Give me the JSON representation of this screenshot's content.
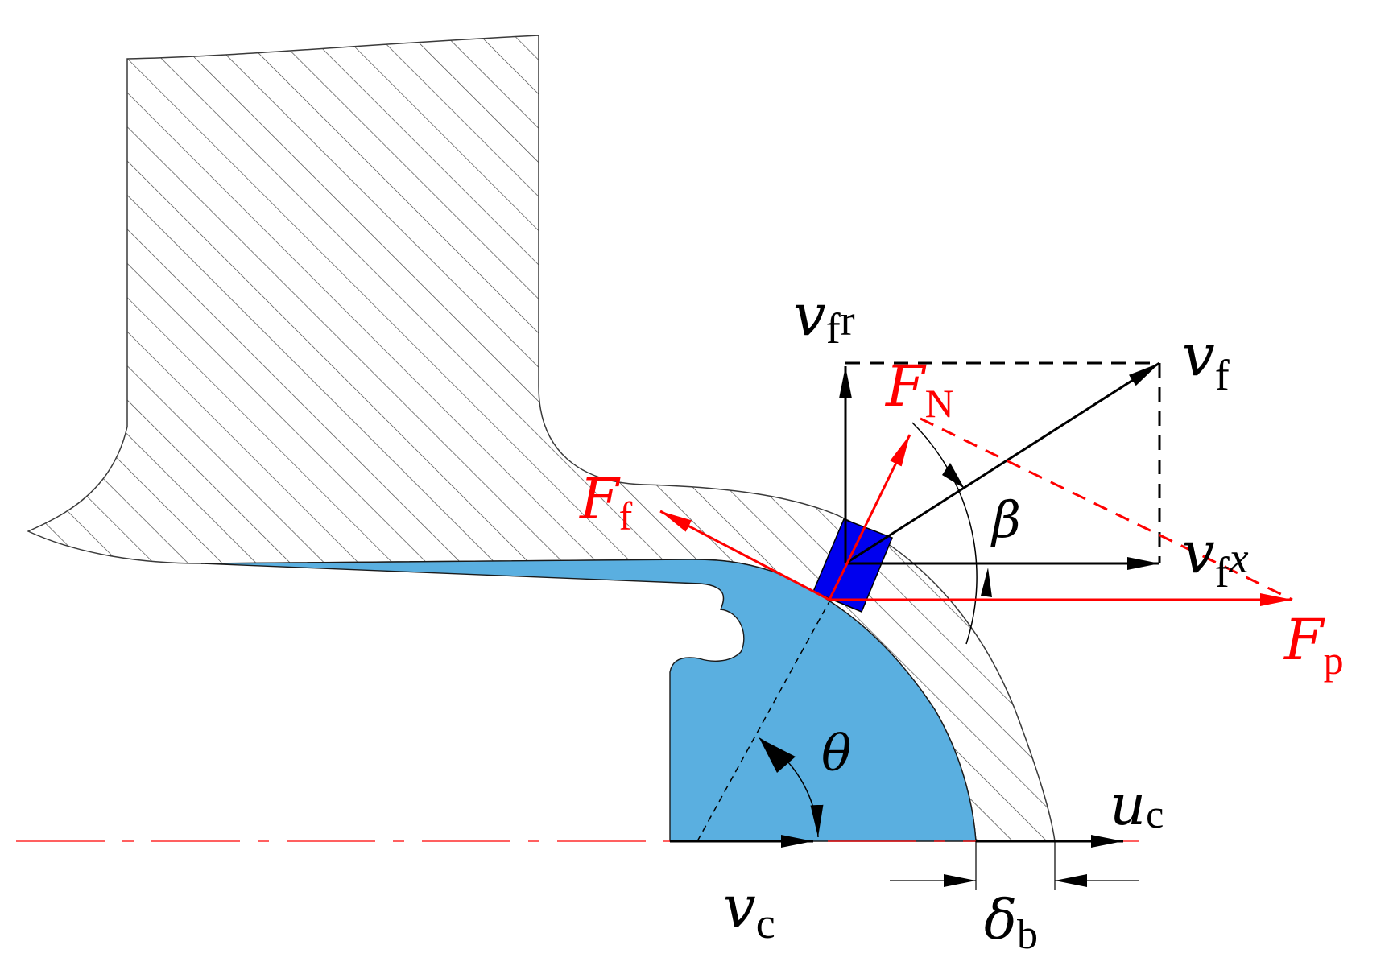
{
  "labels": {
    "vfr": {
      "main": "v",
      "sub": "f",
      "sub2": "r"
    },
    "vf": {
      "main": "v",
      "sub": "f"
    },
    "vfx": {
      "main": "v",
      "sub": "f",
      "sub2": "x"
    },
    "FN": {
      "main": "F",
      "sub": "N"
    },
    "Ff": {
      "main": "F",
      "sub": "f"
    },
    "Fp": {
      "main": "F",
      "sub": "p"
    },
    "beta": "β",
    "theta": "θ",
    "uc": {
      "main": "u",
      "sub": "c"
    },
    "vc": {
      "main": "v",
      "sub": "c"
    },
    "delta_b": {
      "main": "δ",
      "sub": "b"
    }
  },
  "colors": {
    "roller": "#5aafe0",
    "contact": "#0000ee",
    "force": "#ff0000",
    "velocity": "#000000",
    "hatch": "#3a3a3a",
    "axis": "#ff0000"
  }
}
